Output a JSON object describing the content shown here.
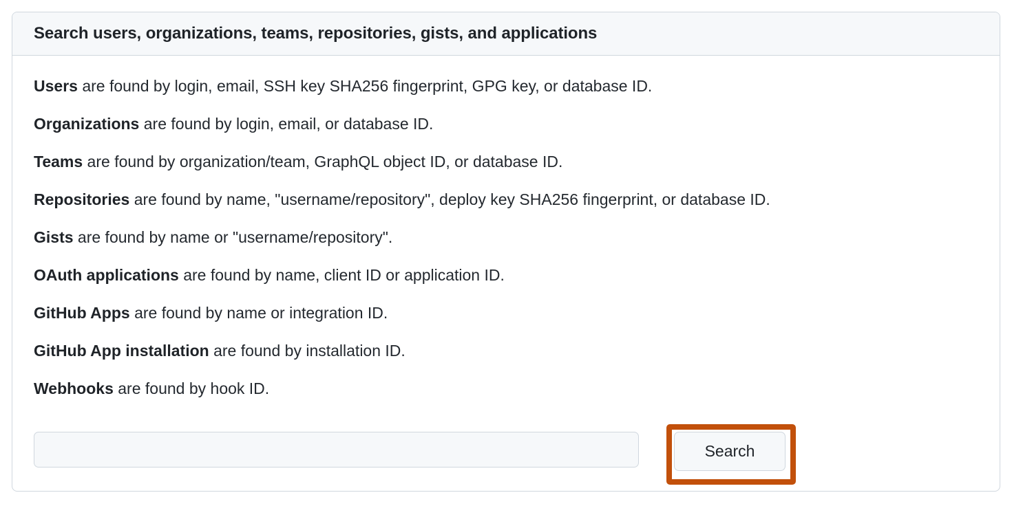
{
  "card": {
    "header": {
      "title": "Search users, organizations, teams, repositories, gists, and applications"
    },
    "descriptions": [
      {
        "term": "Users",
        "rest": " are found by login, email, SSH key SHA256 fingerprint, GPG key, or database ID."
      },
      {
        "term": "Organizations",
        "rest": " are found by login, email, or database ID."
      },
      {
        "term": "Teams",
        "rest": " are found by organization/team, GraphQL object ID, or database ID."
      },
      {
        "term": "Repositories",
        "rest": " are found by name, \"username/repository\", deploy key SHA256 fingerprint, or database ID."
      },
      {
        "term": "Gists",
        "rest": " are found by name or \"username/repository\"."
      },
      {
        "term": "OAuth applications",
        "rest": " are found by name, client ID or application ID."
      },
      {
        "term": "GitHub Apps",
        "rest": " are found by name or integration ID."
      },
      {
        "term": "GitHub App installation",
        "rest": " are found by installation ID."
      },
      {
        "term": "Webhooks",
        "rest": " are found by hook ID."
      }
    ],
    "search": {
      "input_value": "",
      "input_placeholder": "",
      "button_label": "Search"
    }
  },
  "colors": {
    "card_border": "#d0d7de",
    "header_background": "#f6f8fa",
    "text": "#1f2328",
    "input_background": "#f6f8fa",
    "highlight_outline": "#c2500b"
  }
}
